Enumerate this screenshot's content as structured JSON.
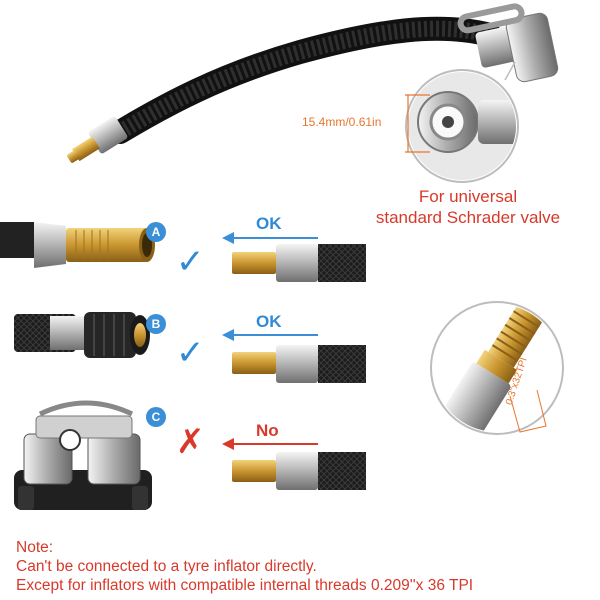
{
  "spec": {
    "dimension": "15.4mm/0.61in",
    "caption_line1": "For universal",
    "caption_line2": "standard Schrader valve",
    "thread": "0.3\"x32TPI"
  },
  "options": [
    {
      "badge": "A",
      "label": "OK",
      "verdict": "✓"
    },
    {
      "badge": "B",
      "label": "OK",
      "verdict": "✓"
    },
    {
      "badge": "C",
      "label": "No",
      "verdict": "✗"
    }
  ],
  "note": {
    "title": "Note:",
    "line1": "Can't be connected to a tyre inflator directly.",
    "line2": "Except for inflators with compatible internal threads 0.209''x 36 TPI"
  },
  "colors": {
    "accent_blue": "#3b8fd6",
    "warning_red": "#d8392b",
    "dimension_orange": "#e8762e",
    "brass": "#c9962f",
    "hose": "#1e1e1e"
  }
}
